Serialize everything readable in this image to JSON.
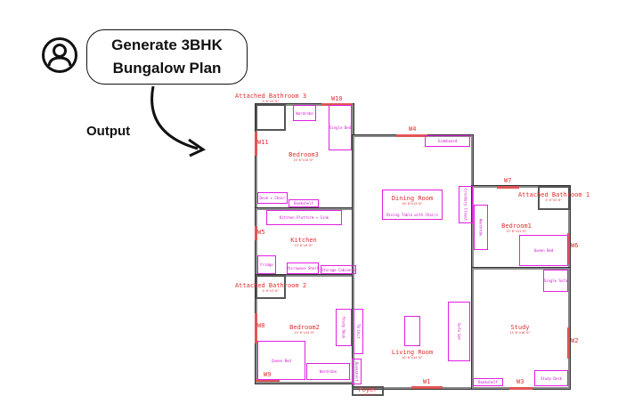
{
  "prompt": {
    "line1": "Generate 3BHK",
    "line2": "Bungalow Plan"
  },
  "output_label": "Output",
  "rooms": {
    "attached_bathroom_3": {
      "name": "Attached Bathroom 3",
      "dim": "4'0\"x3'0\""
    },
    "bedroom3": {
      "name": "Bedroom3",
      "dim": "13'0\"x14'0\""
    },
    "kitchen": {
      "name": "Kitchen",
      "dim": "13'0\"x9'0\""
    },
    "attached_bathroom_2": {
      "name": "Attached Bathroom 2",
      "dim": "4'0\"x3'0\""
    },
    "bedroom2": {
      "name": "Bedroom2",
      "dim": "13'0\"x14'0\""
    },
    "dining_room": {
      "name": "Dining Room",
      "dim": "16'0\"x13'0\""
    },
    "living_room": {
      "name": "Living Room",
      "dim": "16'0\"x14'0\""
    },
    "foyer": {
      "name": "Foyer",
      "dim": "4'0\"x2'0\""
    },
    "attached_bathroom_1": {
      "name": "Attached Bathroom 1",
      "dim": "4'0\"x3'0\""
    },
    "bedroom1": {
      "name": "Bedroom1",
      "dim": "13'0\"x11'0\""
    },
    "study": {
      "name": "Study",
      "dim": "13'0\"x16'0\""
    }
  },
  "windows": [
    "W1",
    "W2",
    "W3",
    "W4",
    "W5",
    "W6",
    "W7",
    "W8",
    "W9",
    "W10",
    "W11"
  ],
  "furniture": {
    "wardrobe3": "Wardrobe",
    "single_bed": "Single Bed",
    "desk_chair": "Desk + Chair",
    "bookshelf3": "Bookshelf",
    "kitchen_platform": "Kitchen Platform + Sink",
    "fridge": "Fridge",
    "microwave_shelf": "Microwave Shelf",
    "storage_cabinets": "Storage Cabinets",
    "study_desk2": "Study Desk",
    "tv_unit": "TV Unit",
    "queen_bed2": "Queen Bed",
    "wardrobe2": "Wardrobe",
    "bookshelf_living": "Bookshelf",
    "sideboard": "Sideboard",
    "dining_table": "Dining Table with Chairs",
    "crockery_closet": "Crockery Closet",
    "coffee_table": "",
    "sofa_set": "Sofa Set",
    "wardrobe1": "Wardrobe",
    "queen_bed1": "Queen Bed",
    "single_sofa": "Single Sofa",
    "bookshelf_study": "Bookshelf",
    "study_desk": "Study Desk"
  }
}
